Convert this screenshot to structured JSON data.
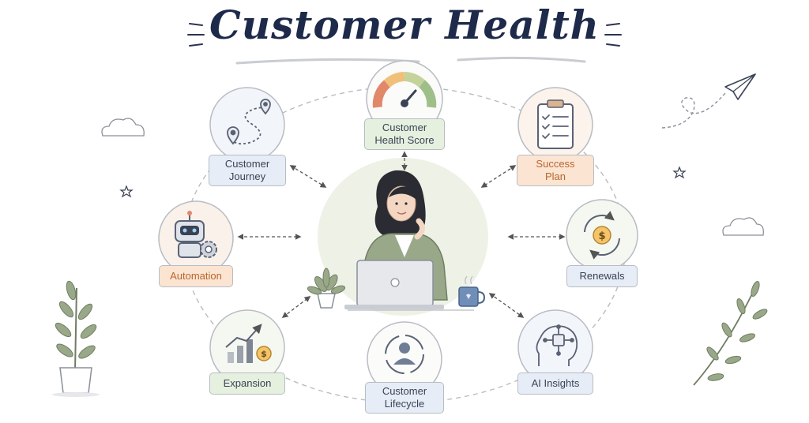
{
  "title": "Customer Health",
  "nodes": {
    "health_score": {
      "label_line1": "Customer",
      "label_line2": "Health Score",
      "icon": "gauge-icon"
    },
    "journey": {
      "label_line1": "Customer",
      "label_line2": "Journey",
      "icon": "route-map-icon"
    },
    "success_plan": {
      "label_line1": "Success",
      "label_line2": "Plan",
      "icon": "clipboard-checklist-icon"
    },
    "automation": {
      "label": "Automation",
      "icon": "robot-gear-icon"
    },
    "renewals": {
      "label": "Renewals",
      "icon": "dollar-cycle-icon"
    },
    "expansion": {
      "label": "Expansion",
      "icon": "growth-chart-icon"
    },
    "lifecycle": {
      "label_line1": "Customer",
      "label_line2": "Lifecycle",
      "icon": "user-cycle-icon"
    },
    "ai_insights": {
      "label": "AI Insights",
      "icon": "brain-circuit-icon"
    }
  },
  "center": {
    "icon": "woman-at-laptop-illustration"
  },
  "colors": {
    "title": "#1e2a4a",
    "label_blue": "#e6edf7",
    "label_orange": "#fbe4d2",
    "label_green": "#e6f0df",
    "accent_orange": "#b8662e",
    "plant_green": "#8a9a78"
  }
}
